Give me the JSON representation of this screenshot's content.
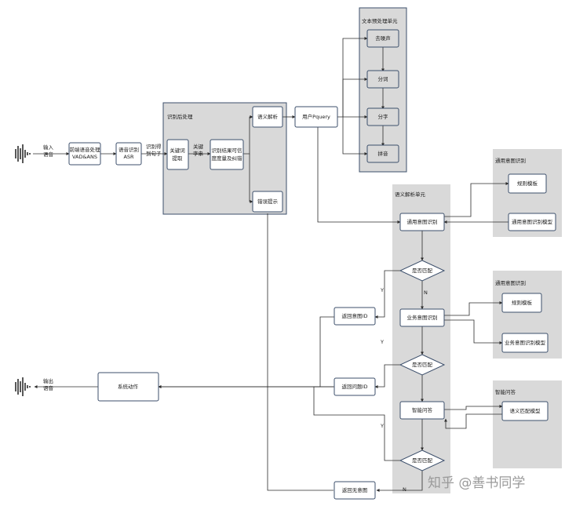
{
  "inputs": {
    "input_label": [
      "输入",
      "语音"
    ],
    "output_label": [
      "输出",
      "语音"
    ]
  },
  "panels": {
    "post_recognition": "识别后处理",
    "text_processing": "文本预处理单元",
    "semantic_parsing": "语义解析单元",
    "general_intent": "通用意图识别",
    "business_intent": "通用意图识别",
    "smart_qa": "智能问答"
  },
  "nodes": {
    "frontend": [
      "前端语音处理",
      "VAD&ANS"
    ],
    "asr": [
      "语音识别",
      "ASR"
    ],
    "keyword": [
      "关键词",
      "提取"
    ],
    "confidence": [
      "识别结果可信",
      "度度量及纠错"
    ],
    "semantic": [
      "语义解析"
    ],
    "error_prompt": [
      "错误提示"
    ],
    "pquery": [
      "用户Pquery"
    ],
    "denoise": [
      "去噪声"
    ],
    "segment": [
      "分词"
    ],
    "char_split": [
      "分字"
    ],
    "pinyin": [
      "拼音"
    ],
    "general_intent_recog": [
      "通用意图识别"
    ],
    "rule_template_1": [
      "规则模板"
    ],
    "general_intent_model": [
      "通用意图识别模型"
    ],
    "match_1": [
      "是否匹配"
    ],
    "business_intent_recog": [
      "业务意图识别"
    ],
    "rule_template_2": [
      "规则模板"
    ],
    "business_intent_model": [
      "业务意图识别模型"
    ],
    "match_2": [
      "是否匹配"
    ],
    "smart_qa_node": [
      "智能问答"
    ],
    "semantic_match_model": [
      "语义匹配模型"
    ],
    "match_3": [
      "是否匹配"
    ],
    "return_intent": [
      "返回意图ID"
    ],
    "return_question": [
      "返回问题ID"
    ],
    "return_no_intent": [
      "返回无意图"
    ],
    "system_action": [
      "系统动作"
    ]
  },
  "edge_labels": {
    "recognized_sentence": [
      "识别得",
      "到句子"
    ],
    "keyword_string": [
      "关键",
      "字串"
    ],
    "y1": "Y",
    "n1": "N",
    "y2": "Y",
    "y3": "Y",
    "n3": "N"
  },
  "watermark": "知乎 @善书同学",
  "colors": {
    "panel_fill": "#d9d9d9",
    "panel_stroke": "#3c4f6b",
    "node_fill": "#ffffff",
    "node_stroke": "#3c4f6b",
    "line": "#2b2b2b"
  }
}
